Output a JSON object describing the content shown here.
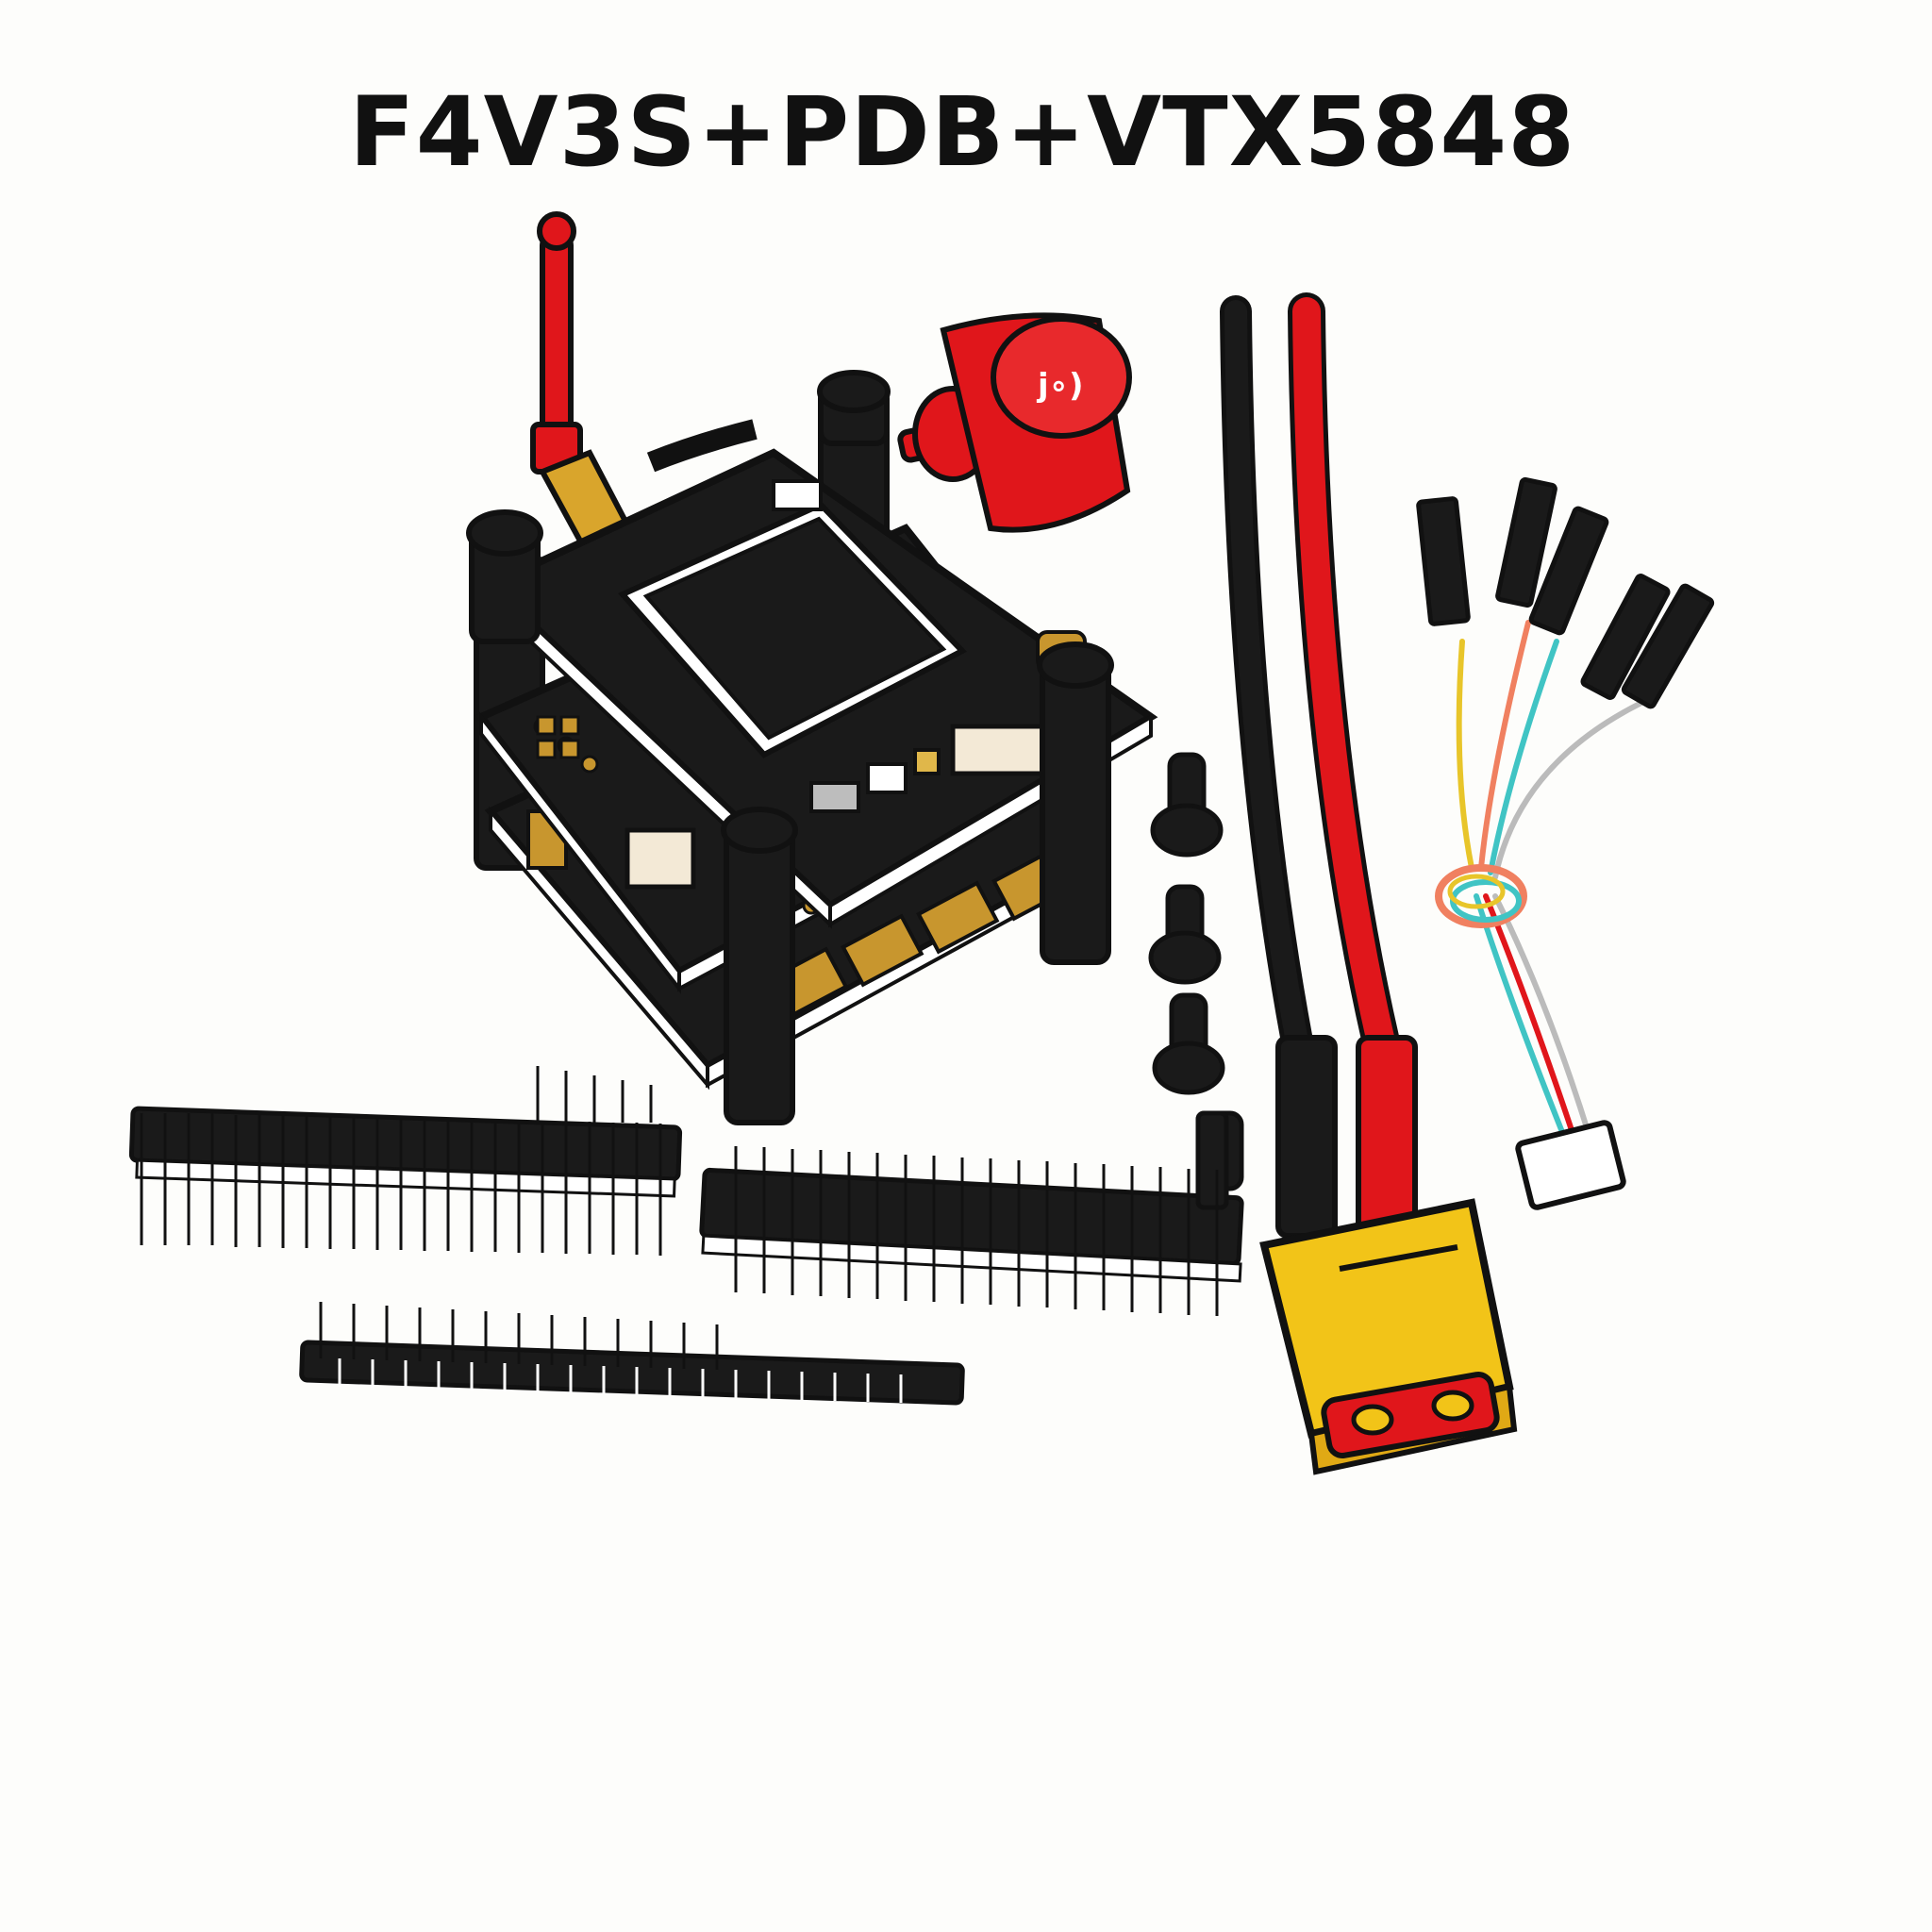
{
  "product": {
    "title": "F4V3S+PDB+VTX5848"
  },
  "illustration": {
    "components": [
      {
        "name": "flight controller stack",
        "icon": "fc-stack-icon"
      },
      {
        "name": "stick antenna",
        "icon": "antenna-icon"
      },
      {
        "name": "mushroom antenna",
        "icon": "mushroom-antenna-icon"
      },
      {
        "name": "power lead",
        "icon": "power-cable-icon"
      },
      {
        "name": "XT60 connector",
        "icon": "xt60-connector-icon"
      },
      {
        "name": "signal cable harness",
        "icon": "cable-harness-icon"
      },
      {
        "name": "pin headers",
        "icon": "pin-header-icon"
      },
      {
        "name": "rubber grommets",
        "icon": "grommet-icon"
      }
    ]
  },
  "colors": {
    "board_black": "#1a1a1a",
    "accent_red": "#e0161b",
    "gold_pad": "#c8962e",
    "connector_yellow": "#f2c418"
  }
}
